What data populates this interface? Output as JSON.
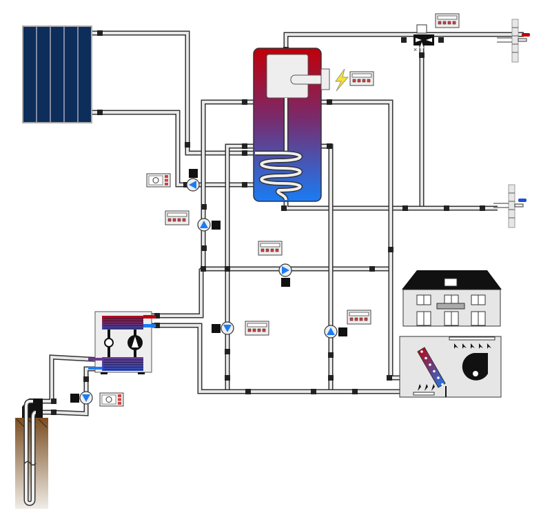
{
  "diagram": {
    "components": [
      "solar-collector",
      "hot-water-tank",
      "electric-heater",
      "mixing-valve",
      "tap-hot",
      "tap-cold",
      "heat-pump",
      "ground-probe",
      "house",
      "air-handler"
    ],
    "pumps": [
      {
        "id": "solar-pump",
        "direction": "left"
      },
      {
        "id": "tank-loop-pump",
        "direction": "up"
      },
      {
        "id": "mid-pump",
        "direction": "right"
      },
      {
        "id": "floor-pump",
        "direction": "down"
      },
      {
        "id": "air-pump",
        "direction": "up"
      },
      {
        "id": "ground-pump",
        "direction": "down"
      }
    ],
    "colors": {
      "hot": "#c0000a",
      "cold": "#1a7cf5",
      "panel": "#0d2d5a",
      "soil": "#7a4e22",
      "pipe": "#e8e8e8",
      "frame": "#555555"
    }
  }
}
